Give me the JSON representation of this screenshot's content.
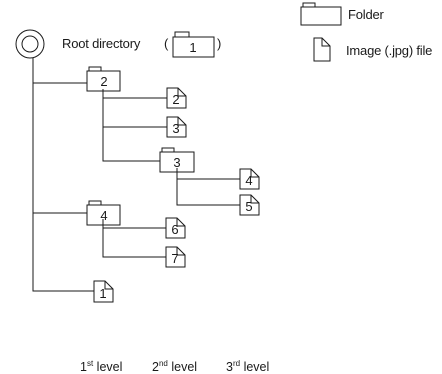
{
  "root": {
    "label": "Root directory",
    "open_paren": "(",
    "close_paren": ")",
    "folder_number": "1"
  },
  "legend": {
    "folder_label": "Folder",
    "file_label": "Image (.jpg) file"
  },
  "folders": [
    "2",
    "3",
    "4"
  ],
  "files": [
    "2",
    "3",
    "4",
    "5",
    "6",
    "7",
    "1"
  ],
  "levels": [
    {
      "num": "1",
      "suffix": "st",
      "word": "level"
    },
    {
      "num": "2",
      "suffix": "nd",
      "word": "level"
    },
    {
      "num": "3",
      "suffix": "rd",
      "word": "level"
    }
  ]
}
